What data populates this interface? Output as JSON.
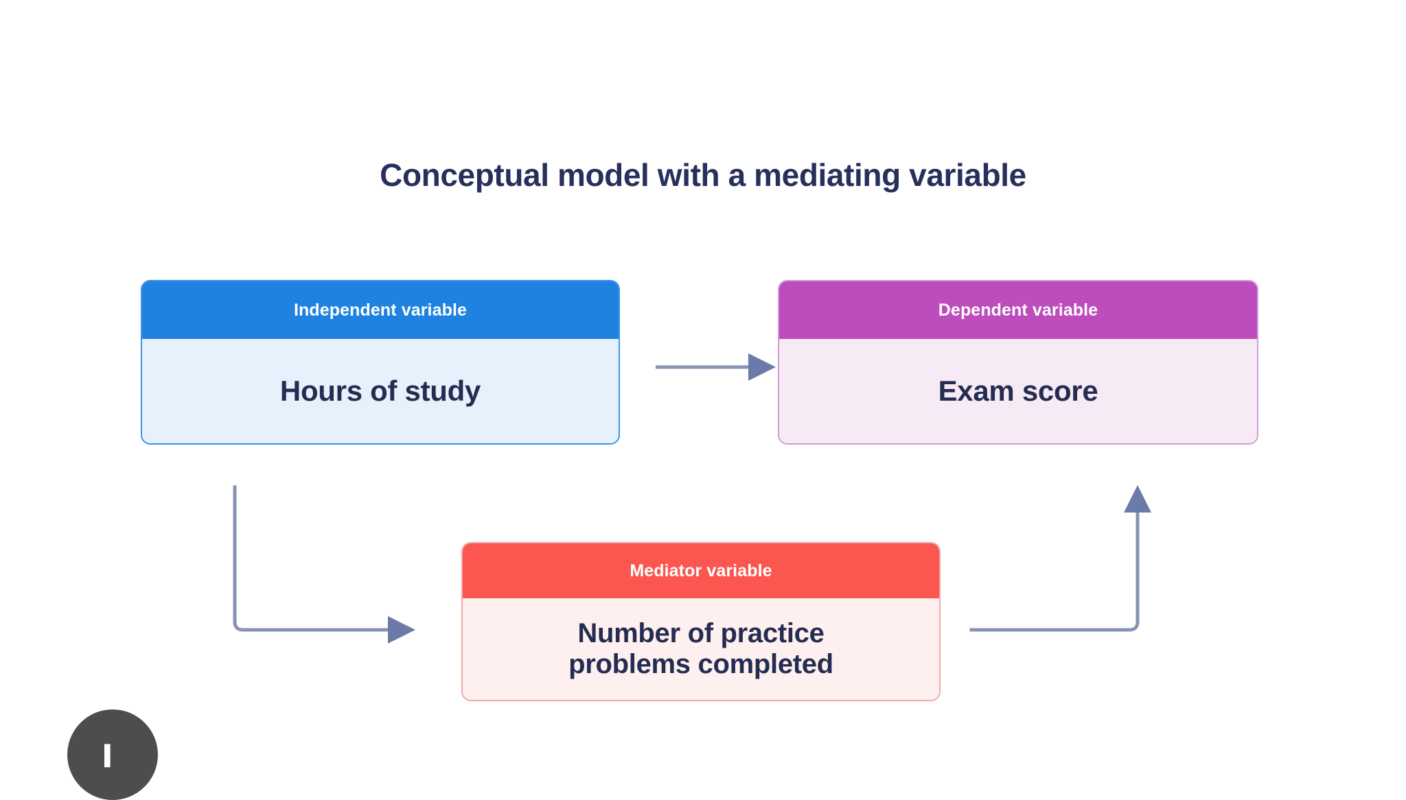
{
  "diagram": {
    "title": "Conceptual model with a mediating variable",
    "background_color": "#ffffff",
    "title_color": "#27305c",
    "nodes": [
      {
        "id": "independent",
        "role": "Independent variable",
        "header_label": "Independent variable",
        "body_label": "Hours of study",
        "header_color": "#1f82e0",
        "body_color": "#e7f1fb",
        "border_color": "#3b93e8",
        "header_text_color": "#ffffff",
        "body_text_color": "#252c52"
      },
      {
        "id": "dependent",
        "role": "Dependent variable",
        "header_label": "Dependent variable",
        "body_label": "Exam score",
        "header_color": "#bd4cbd",
        "body_color": "#f6eaf5",
        "border_color": "#d49ad8",
        "header_text_color": "#ffffff",
        "body_text_color": "#252c52"
      },
      {
        "id": "mediator",
        "role": "Mediator variable",
        "header_label": "Mediator variable",
        "body_label_line1": "Number of practice",
        "body_label_line2": "problems completed",
        "header_color": "#fb564f",
        "body_color": "#fdf0ef",
        "border_color": "#f4a6a4",
        "header_text_color": "#ffffff",
        "body_text_color": "#252c52"
      }
    ],
    "connectors": [
      {
        "id": "independent-to-dependent",
        "from": "independent",
        "to": "dependent",
        "shape": "straight-horizontal",
        "direction": "right",
        "color": "#6b7aa8"
      },
      {
        "id": "independent-to-mediator",
        "from": "independent",
        "to": "mediator",
        "shape": "elbow-down-right",
        "direction": "right",
        "color": "#6b7aa8"
      },
      {
        "id": "mediator-to-dependent",
        "from": "mediator",
        "to": "dependent",
        "shape": "elbow-right-up",
        "direction": "up",
        "color": "#6b7aa8"
      }
    ]
  },
  "overlay": {
    "play_button_color": "#4d4d4d"
  }
}
